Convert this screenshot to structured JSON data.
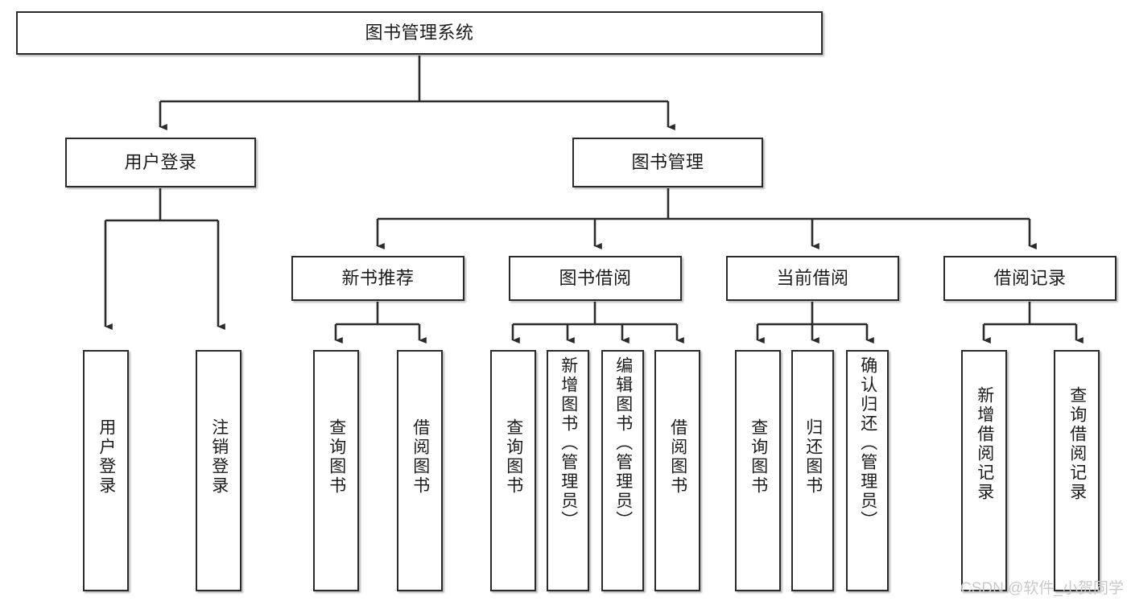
{
  "diagram": {
    "type": "tree-hierarchy-flowchart",
    "title": "图书管理系统",
    "background_color": "#ffffff",
    "box_border_color": "#2b2b2b",
    "connector_color": "#2b2b2b",
    "text_color": "#1b1b1b",
    "watermark": "CSDN @软件_小贺同学",
    "watermark_color": "#c9c9c9"
  },
  "nodes": {
    "root": {
      "label": "图书管理系统",
      "orientation": "horizontal",
      "level": 0
    },
    "l1": [
      {
        "id": "user-login",
        "label": "用户登录",
        "orientation": "horizontal",
        "level": 1
      },
      {
        "id": "book-manage",
        "label": "图书管理",
        "orientation": "horizontal",
        "level": 1
      }
    ],
    "l2": [
      {
        "id": "new-book-recommend",
        "label": "新书推荐",
        "orientation": "horizontal",
        "level": 2,
        "parent": "book-manage"
      },
      {
        "id": "book-borrow",
        "label": "图书借阅",
        "orientation": "horizontal",
        "level": 2,
        "parent": "book-manage"
      },
      {
        "id": "current-borrow",
        "label": "当前借阅",
        "orientation": "horizontal",
        "level": 2,
        "parent": "book-manage"
      },
      {
        "id": "borrow-record",
        "label": "借阅记录",
        "orientation": "horizontal",
        "level": 2,
        "parent": "book-manage"
      }
    ],
    "leaves": [
      {
        "id": "leaf-user-login",
        "label": "用户登录",
        "orientation": "vertical",
        "parent": "user-login"
      },
      {
        "id": "leaf-user-logout",
        "label": "注销登录",
        "orientation": "vertical",
        "parent": "user-login"
      },
      {
        "id": "leaf-query-book-1",
        "label": "查询图书",
        "orientation": "vertical",
        "parent": "new-book-recommend"
      },
      {
        "id": "leaf-borrow-book-1",
        "label": "借阅图书",
        "orientation": "vertical",
        "parent": "new-book-recommend"
      },
      {
        "id": "leaf-query-book-2",
        "label": "查询图书",
        "orientation": "vertical",
        "parent": "book-borrow"
      },
      {
        "id": "leaf-add-book",
        "label": "新增图书（管理员）",
        "orientation": "vertical",
        "parent": "book-borrow"
      },
      {
        "id": "leaf-edit-book",
        "label": "编辑图书（管理员）",
        "orientation": "vertical",
        "parent": "book-borrow"
      },
      {
        "id": "leaf-borrow-book-2",
        "label": "借阅图书",
        "orientation": "vertical",
        "parent": "book-borrow"
      },
      {
        "id": "leaf-query-book-3",
        "label": "查询图书",
        "orientation": "vertical",
        "parent": "current-borrow"
      },
      {
        "id": "leaf-return-book",
        "label": "归还图书",
        "orientation": "vertical",
        "parent": "current-borrow"
      },
      {
        "id": "leaf-confirm-return",
        "label": "确认归还（管理员）",
        "orientation": "vertical",
        "parent": "current-borrow"
      },
      {
        "id": "leaf-add-record",
        "label": "新增借阅记录",
        "orientation": "vertical",
        "parent": "borrow-record"
      },
      {
        "id": "leaf-query-record",
        "label": "查询借阅记录",
        "orientation": "vertical",
        "parent": "borrow-record"
      }
    ]
  }
}
